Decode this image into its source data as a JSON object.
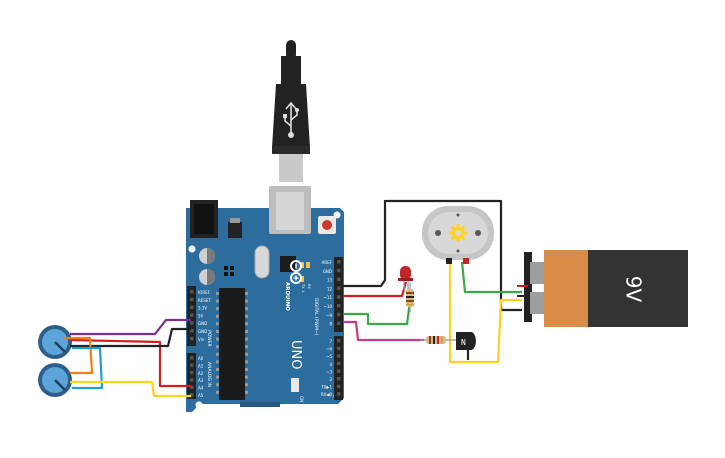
{
  "board": {
    "brand": "ARDUINO",
    "model": "UNO",
    "power_header_title": "POWER",
    "analog_header_title": "ANALOG IN",
    "digital_header_title": "DIGITAL (PWM~)",
    "power_pins": [
      "IOREF",
      "RESET",
      "3.3V",
      "5V",
      "GND",
      "GND",
      "Vin"
    ],
    "analog_pins": [
      "A0",
      "A1",
      "A2",
      "A3",
      "A4",
      "A5"
    ],
    "digital_pins_upper": [
      "AREF",
      "GND",
      "13",
      "12",
      "~11",
      "~10",
      "~9",
      "8"
    ],
    "digital_pins_lower": [
      "7",
      "~6",
      "~5",
      "4",
      "~3",
      "2",
      "TX▶1",
      "RX◀0"
    ],
    "led_labels": [
      "TX",
      "RX",
      "L"
    ],
    "on_label": "ON",
    "ioref_label": "IOREF"
  },
  "battery": {
    "label": "9V"
  },
  "colors": {
    "board": "#2c6d9d",
    "board_dark": "#23597f",
    "header": "#222222",
    "wire_purple": "#7b2d8e",
    "wire_red": "#d11f1f",
    "wire_black": "#222222",
    "wire_orange": "#ef7d19",
    "wire_cyan": "#1f9ed6",
    "wire_yellow": "#ffd21f",
    "wire_green": "#3aa84a",
    "wire_magenta": "#c8388c",
    "battery_orange": "#d98b48",
    "battery_black": "#333333"
  },
  "icons": {
    "usb": "usb-icon",
    "fan": "fan-icon"
  }
}
